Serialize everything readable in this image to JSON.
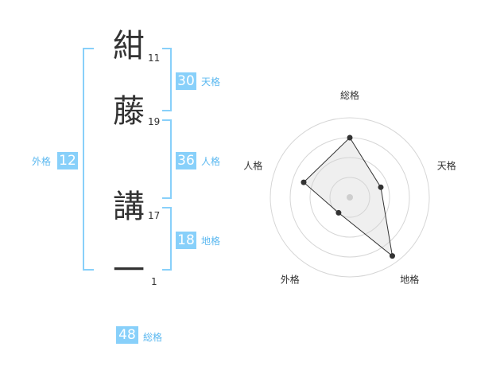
{
  "name": {
    "chars": [
      {
        "char": "紺",
        "strokes": "11"
      },
      {
        "char": "藤",
        "strokes": "19"
      },
      {
        "char": "講",
        "strokes": "17"
      },
      {
        "char": "一",
        "strokes": "1"
      }
    ]
  },
  "fortune": {
    "tenkaku": {
      "value": "30",
      "label": "天格"
    },
    "jinkaku": {
      "value": "36",
      "label": "人格"
    },
    "chikaku": {
      "value": "18",
      "label": "地格"
    },
    "gaikaku": {
      "value": "12",
      "label": "外格"
    },
    "soukaku": {
      "value": "48",
      "label": "総格"
    }
  },
  "colors": {
    "accent": "#88d0fa",
    "accent_text": "#5bb8f0",
    "text": "#333333"
  },
  "chart_data": {
    "type": "radar",
    "axes": [
      "総格",
      "天格",
      "地格",
      "外格",
      "人格"
    ],
    "values": [
      0.75,
      0.41,
      0.91,
      0.24,
      0.61
    ],
    "rings": 4,
    "grid": true
  }
}
